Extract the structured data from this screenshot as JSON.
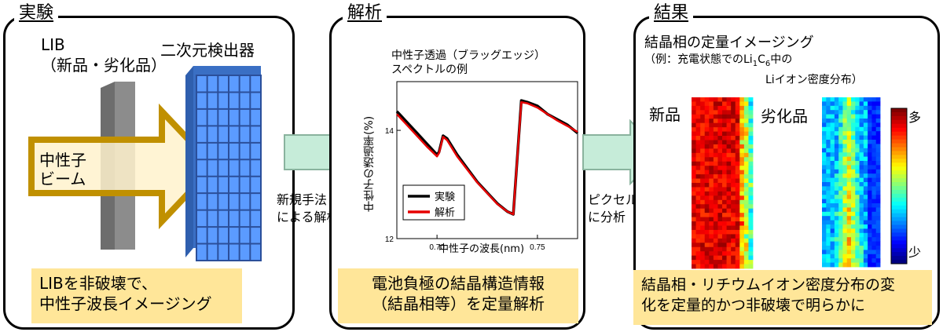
{
  "panels": {
    "experiment": {
      "title": "実験",
      "lib_label_line1": "LIB",
      "lib_label_line2": "（新品・劣化品）",
      "detector_label": "二次元検出器",
      "beam_label_line1": "中性子",
      "beam_label_line2": "ビーム",
      "summary_line1": "LIBを非破壊で、",
      "summary_line2": "中性子波長イメージング"
    },
    "analysis": {
      "title": "解析",
      "summary_line1": "電池負極の結晶構造情報",
      "summary_line2": "（結晶相等）を定量解析"
    },
    "result": {
      "title": "結果",
      "heading": "結晶相の定量イメージング",
      "caption_line1_a": "（例：充電状態での",
      "caption_line1_li": "Li",
      "caption_line1_sub1": "1",
      "caption_line1_c": "C",
      "caption_line1_sub2": "6",
      "caption_line1_b": "中の",
      "caption_line2": "Liイオン密度分布）",
      "new_label": "新品",
      "old_label": "劣化品",
      "scale_high": "多",
      "scale_low": "少",
      "summary_line1": "結晶相・リチウムイオン密度分布の変",
      "summary_line2": "化を定量的かつ非破壊で明らかに"
    }
  },
  "arrows": {
    "method_line1": "新規手法",
    "method_line2": "による解析",
    "pixel_line1": "ピクセル毎",
    "pixel_line2": "に分析"
  },
  "chart_data": {
    "type": "line",
    "title_line1": "中性子透過（ブラッグエッジ）",
    "title_line2": "スペクトルの例",
    "xlabel": "中性子の波長(nm)",
    "ylabel": "中性子の透過率(%)",
    "xlim": [
      0.68,
      0.77
    ],
    "ylim": [
      12.0,
      14.9
    ],
    "xticks": [
      0.7,
      0.75
    ],
    "yticks": [
      12,
      14
    ],
    "series": [
      {
        "name": "実験",
        "color": "#000000",
        "x": [
          0.68,
          0.685,
          0.69,
          0.695,
          0.7,
          0.701,
          0.703,
          0.705,
          0.71,
          0.715,
          0.72,
          0.725,
          0.73,
          0.735,
          0.738,
          0.74,
          0.742,
          0.745,
          0.75,
          0.755,
          0.76,
          0.765,
          0.77
        ],
        "y": [
          14.35,
          14.15,
          13.95,
          13.75,
          13.55,
          13.6,
          13.9,
          13.85,
          13.55,
          13.3,
          13.05,
          12.85,
          12.65,
          12.5,
          12.45,
          13.5,
          14.55,
          14.52,
          14.45,
          14.3,
          14.2,
          14.1,
          13.95
        ]
      },
      {
        "name": "解析",
        "color": "#e60000",
        "x": [
          0.68,
          0.685,
          0.69,
          0.695,
          0.7,
          0.701,
          0.703,
          0.705,
          0.71,
          0.715,
          0.72,
          0.725,
          0.73,
          0.735,
          0.738,
          0.74,
          0.742,
          0.745,
          0.75,
          0.755,
          0.76,
          0.765,
          0.77
        ],
        "y": [
          14.3,
          14.1,
          13.9,
          13.7,
          13.52,
          13.58,
          13.88,
          13.82,
          13.52,
          13.28,
          13.04,
          12.84,
          12.64,
          12.5,
          12.45,
          13.5,
          14.52,
          14.5,
          14.42,
          14.3,
          14.18,
          14.08,
          13.97
        ]
      }
    ],
    "legend": "bottom-left"
  },
  "colors": {
    "arrow_fill": "#c6ecd9",
    "arrow_stroke": "#8ab39e",
    "beam_stroke": "#c09000",
    "beam_fill": "#fff2cc",
    "detector": "#4a7fd8",
    "summary_bg": "#ffe699"
  }
}
